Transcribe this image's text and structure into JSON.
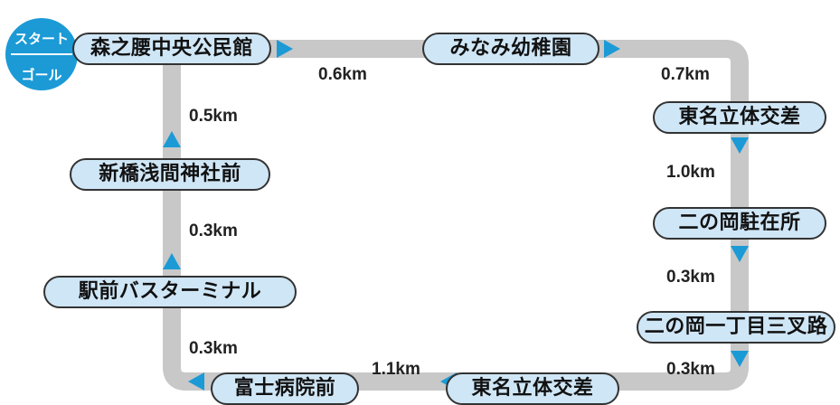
{
  "badge": {
    "start": "スタート",
    "goal": "ゴール"
  },
  "stops": {
    "s1": "森之腰中央公民館",
    "s2": "みなみ幼稚園",
    "s3": "東名立体交差",
    "s4": "二の岡駐在所",
    "s5": "二の岡一丁目三叉路",
    "s6": "東名立体交差",
    "s7": "富士病院前",
    "s8": "駅前バスターミナル",
    "s9": "新橋浅間神社前"
  },
  "distances": {
    "d1": "0.6km",
    "d2": "0.7km",
    "d3": "1.0km",
    "d4": "0.3km",
    "d5": "0.3km",
    "d6": "1.1km",
    "d7": "0.3km",
    "d8": "0.3km",
    "d9": "0.5km"
  },
  "colors": {
    "route": "#c8c8c8",
    "arrow": "#1b9ad6",
    "stop_fill": "#cfe6f6"
  }
}
